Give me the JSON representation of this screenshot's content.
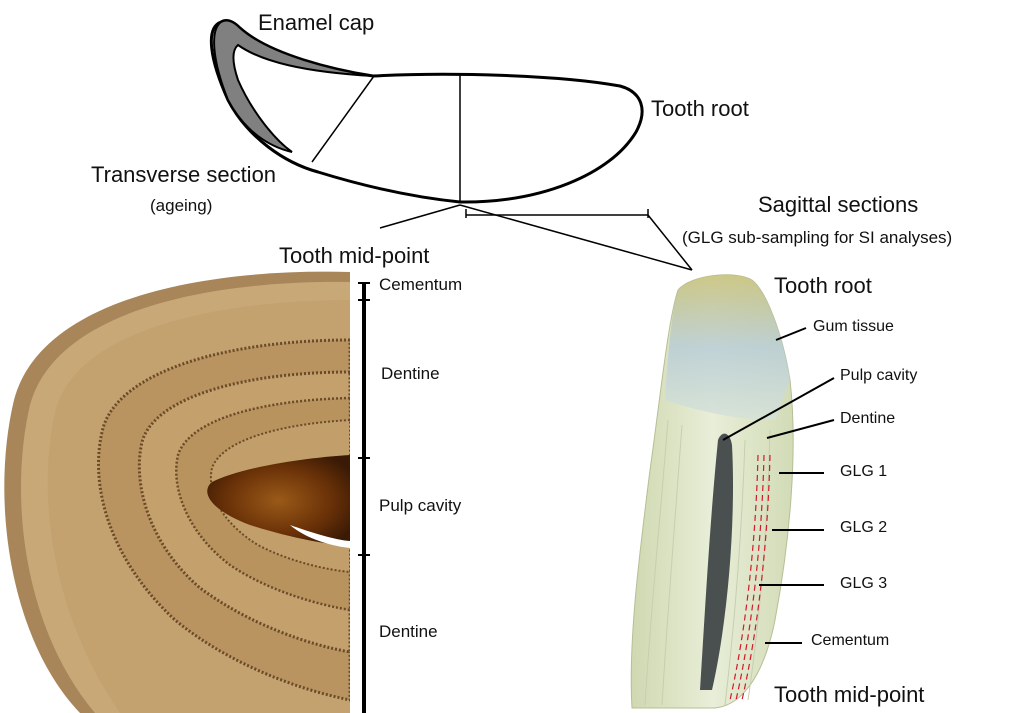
{
  "schematic": {
    "enamel_cap": "Enamel cap",
    "tooth_root": "Tooth root",
    "transverse_section": "Transverse section",
    "ageing": "(ageing)",
    "tooth_mid_point": "Tooth mid-point",
    "sagittal_sections": "Sagittal sections",
    "sagittal_note": "(GLG sub-sampling for SI analyses)"
  },
  "transverse_photo": {
    "labels": [
      "Cementum",
      "Dentine",
      "Pulp cavity",
      "Dentine"
    ]
  },
  "sagittal_photo": {
    "top_label": "Tooth root",
    "bottom_label": "Tooth mid-point",
    "labels": [
      "Gum tissue",
      "Pulp cavity",
      "Dentine",
      "GLG 1",
      "GLG 2",
      "GLG 3",
      "Cementum"
    ]
  },
  "colors": {
    "enamel": "#808080",
    "glg_lines": "#d11a2a",
    "dentine_rings": "#b08a5a",
    "pulp": "#5a2a0a",
    "sagittal_tissue": "#dfe6c8"
  }
}
